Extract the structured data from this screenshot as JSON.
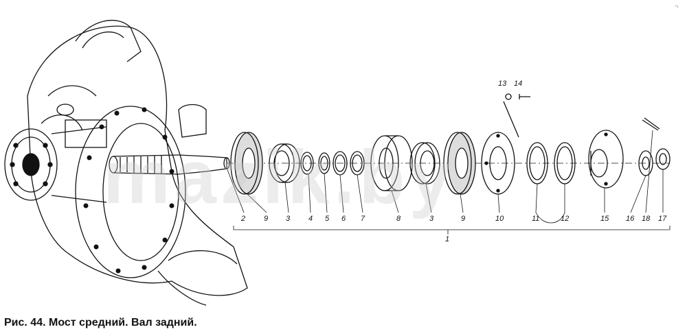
{
  "caption": "Рис. 44. Мост средний. Вал задний.",
  "watermark": "mazik.by",
  "corner_mark": "¬",
  "callouts": {
    "c2": "2",
    "c9a": "9",
    "c3a": "3",
    "c4": "4",
    "c5": "5",
    "c6": "6",
    "c7": "7",
    "c8": "8",
    "c3b": "3",
    "c9b": "9",
    "c10": "10",
    "c11": "11",
    "c12": "12",
    "c15": "15",
    "c16": "16",
    "c18": "18",
    "c17": "17",
    "c1": "1",
    "c13": "13",
    "c14": "14"
  },
  "colors": {
    "ink": "#111111",
    "paper": "#ffffff",
    "watermark": "#c8c8c8"
  }
}
